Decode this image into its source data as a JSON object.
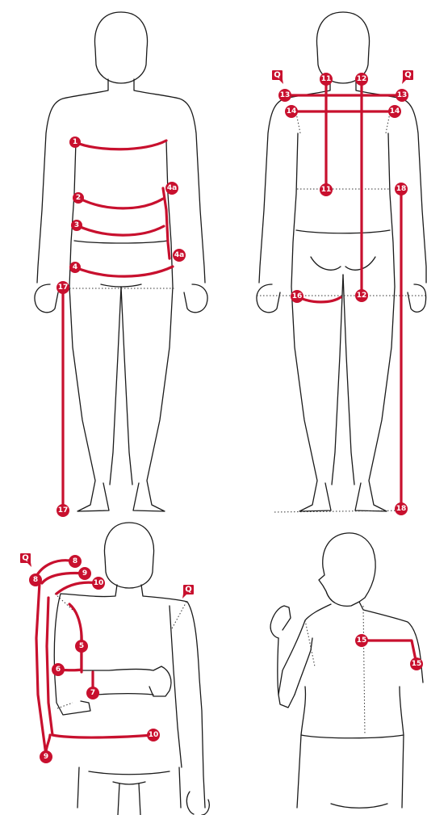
{
  "accent_color": "#c8102e",
  "outline_color": "#1a1a1a",
  "markers": {
    "front": {
      "m1": "1",
      "m2": "2",
      "m3": "3",
      "m4": "4",
      "m4a_top": "4a",
      "m4a_bottom": "4a",
      "m17_top": "17",
      "m17_bottom": "17"
    },
    "back": {
      "m11a": "11",
      "m12a": "12",
      "m13_left": "13",
      "m13_right": "13",
      "m14_left": "14",
      "m14_right": "14",
      "m11b": "11",
      "m18_top": "18",
      "m16": "16",
      "m12b": "12",
      "m18_bottom": "18"
    },
    "arm": {
      "m8_top": "8",
      "m8_side": "8",
      "m9_top": "9",
      "m10_top": "10",
      "m5": "5",
      "m6": "6",
      "m7": "7",
      "m10_bottom": "10",
      "m9_bottom": "9"
    },
    "side": {
      "m15_left": "15",
      "m15_right": "15"
    }
  },
  "tags": {
    "q_back_left": "Q",
    "q_back_right": "Q",
    "q_arm_left": "Q",
    "q_arm_right": "Q"
  }
}
